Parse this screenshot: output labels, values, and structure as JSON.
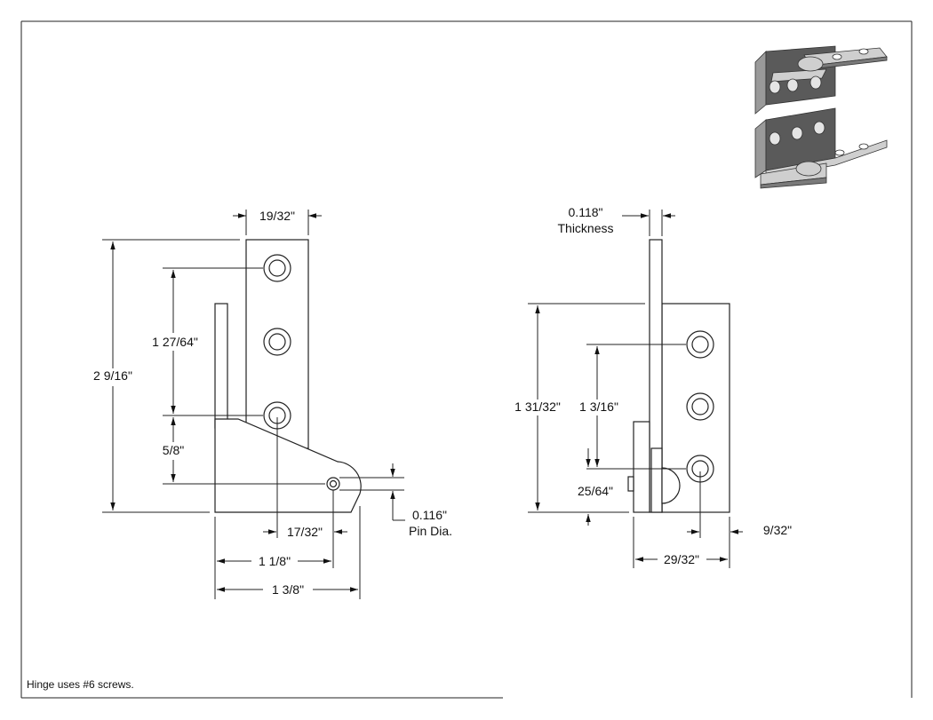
{
  "colors": {
    "line": "#222222",
    "iso_dark": "#5a5a5a",
    "iso_light": "#cfcfcf",
    "iso_mid": "#9a9a9a"
  },
  "left_view": {
    "dim_width_top": "19/32\"",
    "dim_overall_height": "2 9/16\"",
    "dim_hole_spacing": "1 27/64\"",
    "dim_hole_to_pin": "5/8\"",
    "dim_pin_dia_value": "0.116\"",
    "dim_pin_dia_label": "Pin Dia.",
    "dim_hole_offset": "17/32\"",
    "dim_pin_offset": "1 1/8\"",
    "dim_overall_width": "1 3/8\""
  },
  "right_view": {
    "dim_thickness_value": "0.118\"",
    "dim_thickness_label": "Thickness",
    "dim_leaf_height": "1 31/32\"",
    "dim_hole_spacing": "1 3/16\"",
    "dim_bottom_offset": "25/64\"",
    "dim_edge_offset": "9/32\"",
    "dim_width": "29/32\""
  },
  "note": "Hinge uses #6 screws.",
  "iso_icon": "hinge-isometric-icon"
}
